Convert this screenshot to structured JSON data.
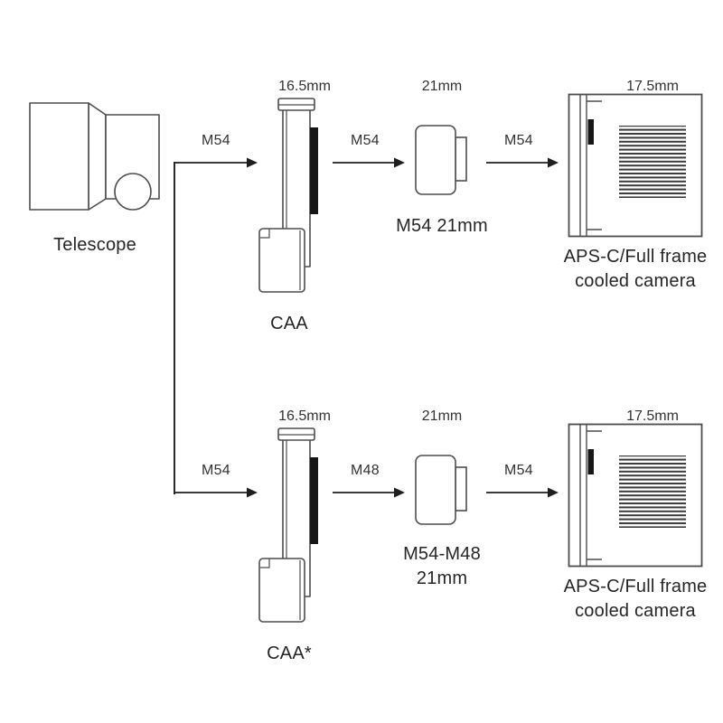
{
  "telescope": {
    "label": "Telescope"
  },
  "rows": [
    {
      "arrow1_label": "M54",
      "adapter_dim": "16.5mm",
      "adapter_name": "CAA",
      "arrow2_label": "M54",
      "spacer_dim": "21mm",
      "spacer_name": "M54 21mm",
      "arrow3_label": "M54",
      "camera_dim": "17.5mm",
      "camera_name": "APS-C/Full frame\ncooled camera"
    },
    {
      "arrow1_label": "M54",
      "adapter_dim": "16.5mm",
      "adapter_name": "CAA*",
      "arrow2_label": "M48",
      "spacer_dim": "21mm",
      "spacer_name": "M54-M48\n21mm",
      "arrow3_label": "M54",
      "camera_dim": "17.5mm",
      "camera_name": "APS-C/Full frame\ncooled camera"
    }
  ],
  "colors": {
    "outline": "#4d4d4d",
    "arrow": "#1f1f1f",
    "text": "#2d2d2d",
    "thread": "#161616"
  }
}
